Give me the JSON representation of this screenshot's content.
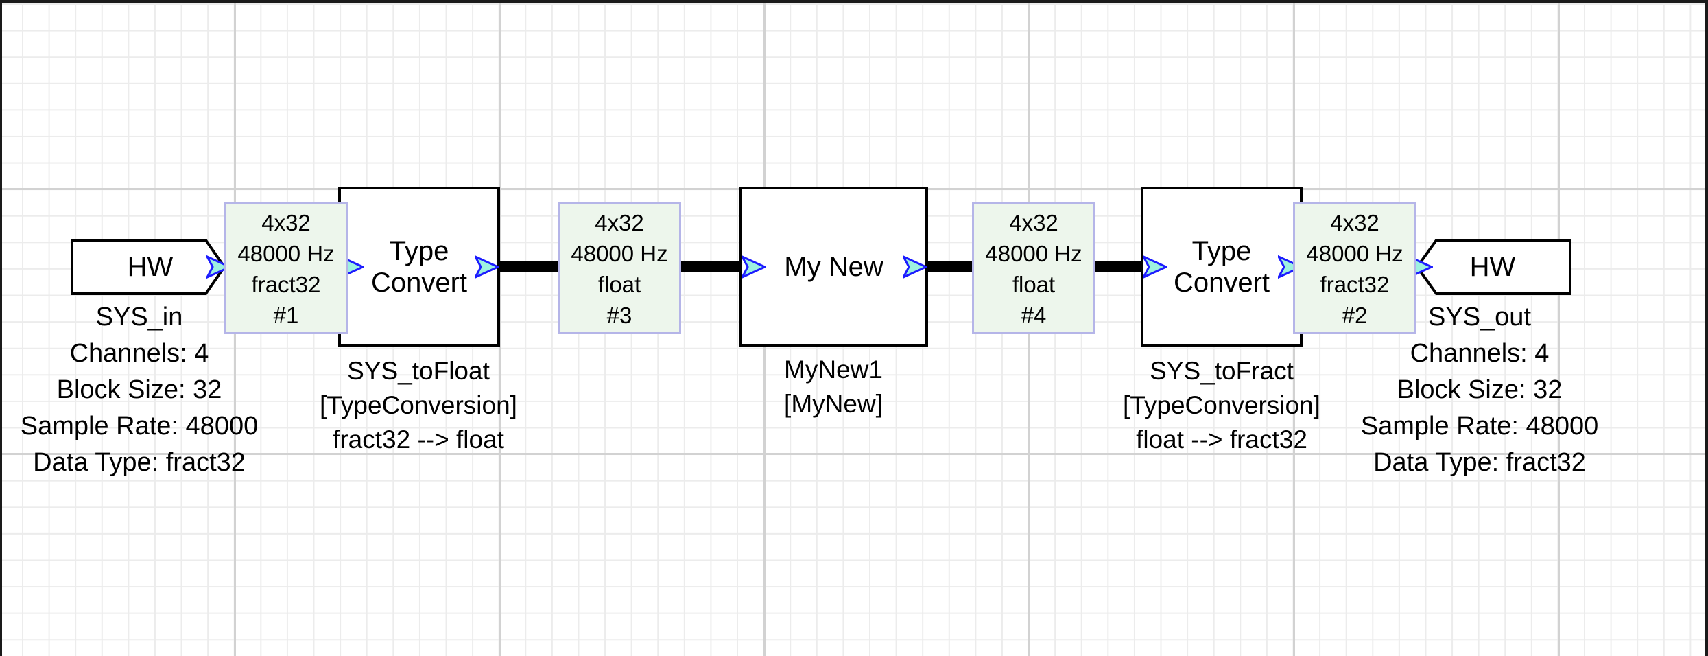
{
  "app": {
    "view": "Audio Weaver layout canvas"
  },
  "colors": {
    "wire": "#000000",
    "block_border": "#000000",
    "block_fill": "#ffffff",
    "wirebox_fill": "#edf6ec",
    "wirebox_border": "#b5b5e8",
    "pin_fill": "#9ef1e0",
    "pin_border": "#1c1cff",
    "grid_minor": "#ececec",
    "grid_major": "#d2d2d2"
  },
  "nodes": {
    "sys_in": {
      "title": "HW",
      "labels": [
        "SYS_in",
        "Channels: 4",
        "Block Size: 32",
        "Sample Rate: 48000",
        "Data Type: fract32"
      ]
    },
    "type_convert_1": {
      "title": "Type\nConvert",
      "labels": [
        "SYS_toFloat",
        "[TypeConversion]",
        "fract32 --> float"
      ]
    },
    "my_new": {
      "title": "My New",
      "labels": [
        "MyNew1",
        "[MyNew]"
      ]
    },
    "type_convert_2": {
      "title": "Type\nConvert",
      "labels": [
        "SYS_toFract",
        "[TypeConversion]",
        "float --> fract32"
      ]
    },
    "sys_out": {
      "title": "HW",
      "labels": [
        "SYS_out",
        "Channels: 4",
        "Block Size: 32",
        "Sample Rate: 48000",
        "Data Type: fract32"
      ]
    }
  },
  "wire_boxes": {
    "w1": {
      "lines": [
        "4x32",
        "48000 Hz",
        "fract32",
        "#1"
      ]
    },
    "w3": {
      "lines": [
        "4x32",
        "48000 Hz",
        "float",
        "#3"
      ]
    },
    "w4": {
      "lines": [
        "4x32",
        "48000 Hz",
        "float",
        "#4"
      ]
    },
    "w2": {
      "lines": [
        "4x32",
        "48000 Hz",
        "fract32",
        "#2"
      ]
    }
  }
}
